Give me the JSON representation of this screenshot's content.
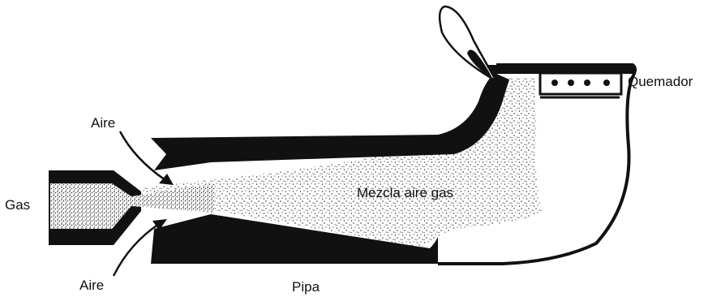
{
  "diagram": {
    "labels": {
      "gas": "Gas",
      "aire_top": "Aire",
      "aire_bottom": "Aire",
      "mezcla": "Mezcla aire gas",
      "quemador": "Quemador",
      "pipa": "Pipa"
    },
    "colors": {
      "ink": "#111111",
      "background": "#ffffff",
      "stipple": "#333333"
    }
  }
}
